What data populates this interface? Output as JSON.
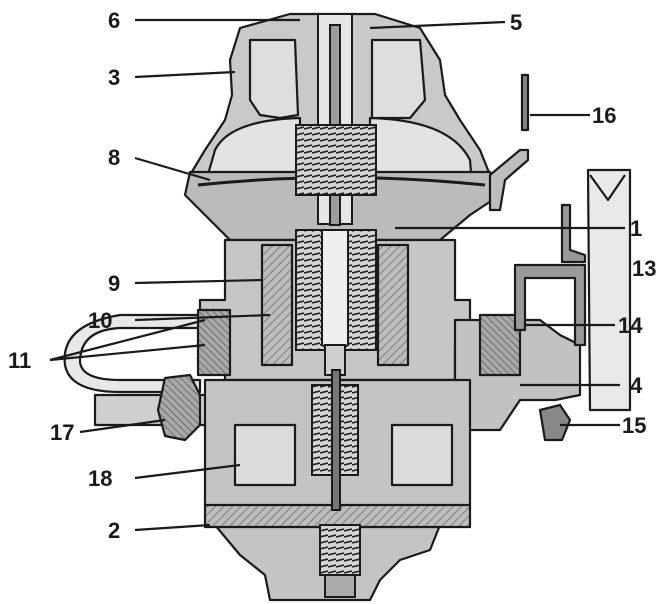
{
  "diagram": {
    "callouts": [
      {
        "id": "6",
        "text": "6"
      },
      {
        "id": "5",
        "text": "5"
      },
      {
        "id": "3",
        "text": "3"
      },
      {
        "id": "16",
        "text": "16"
      },
      {
        "id": "8",
        "text": "8"
      },
      {
        "id": "1",
        "text": "1"
      },
      {
        "id": "13",
        "text": "13"
      },
      {
        "id": "9",
        "text": "9"
      },
      {
        "id": "10",
        "text": "10"
      },
      {
        "id": "14",
        "text": "14"
      },
      {
        "id": "11",
        "text": "11"
      },
      {
        "id": "4",
        "text": "4"
      },
      {
        "id": "17",
        "text": "17"
      },
      {
        "id": "15",
        "text": "15"
      },
      {
        "id": "18",
        "text": "18"
      },
      {
        "id": "2",
        "text": "2"
      }
    ]
  }
}
